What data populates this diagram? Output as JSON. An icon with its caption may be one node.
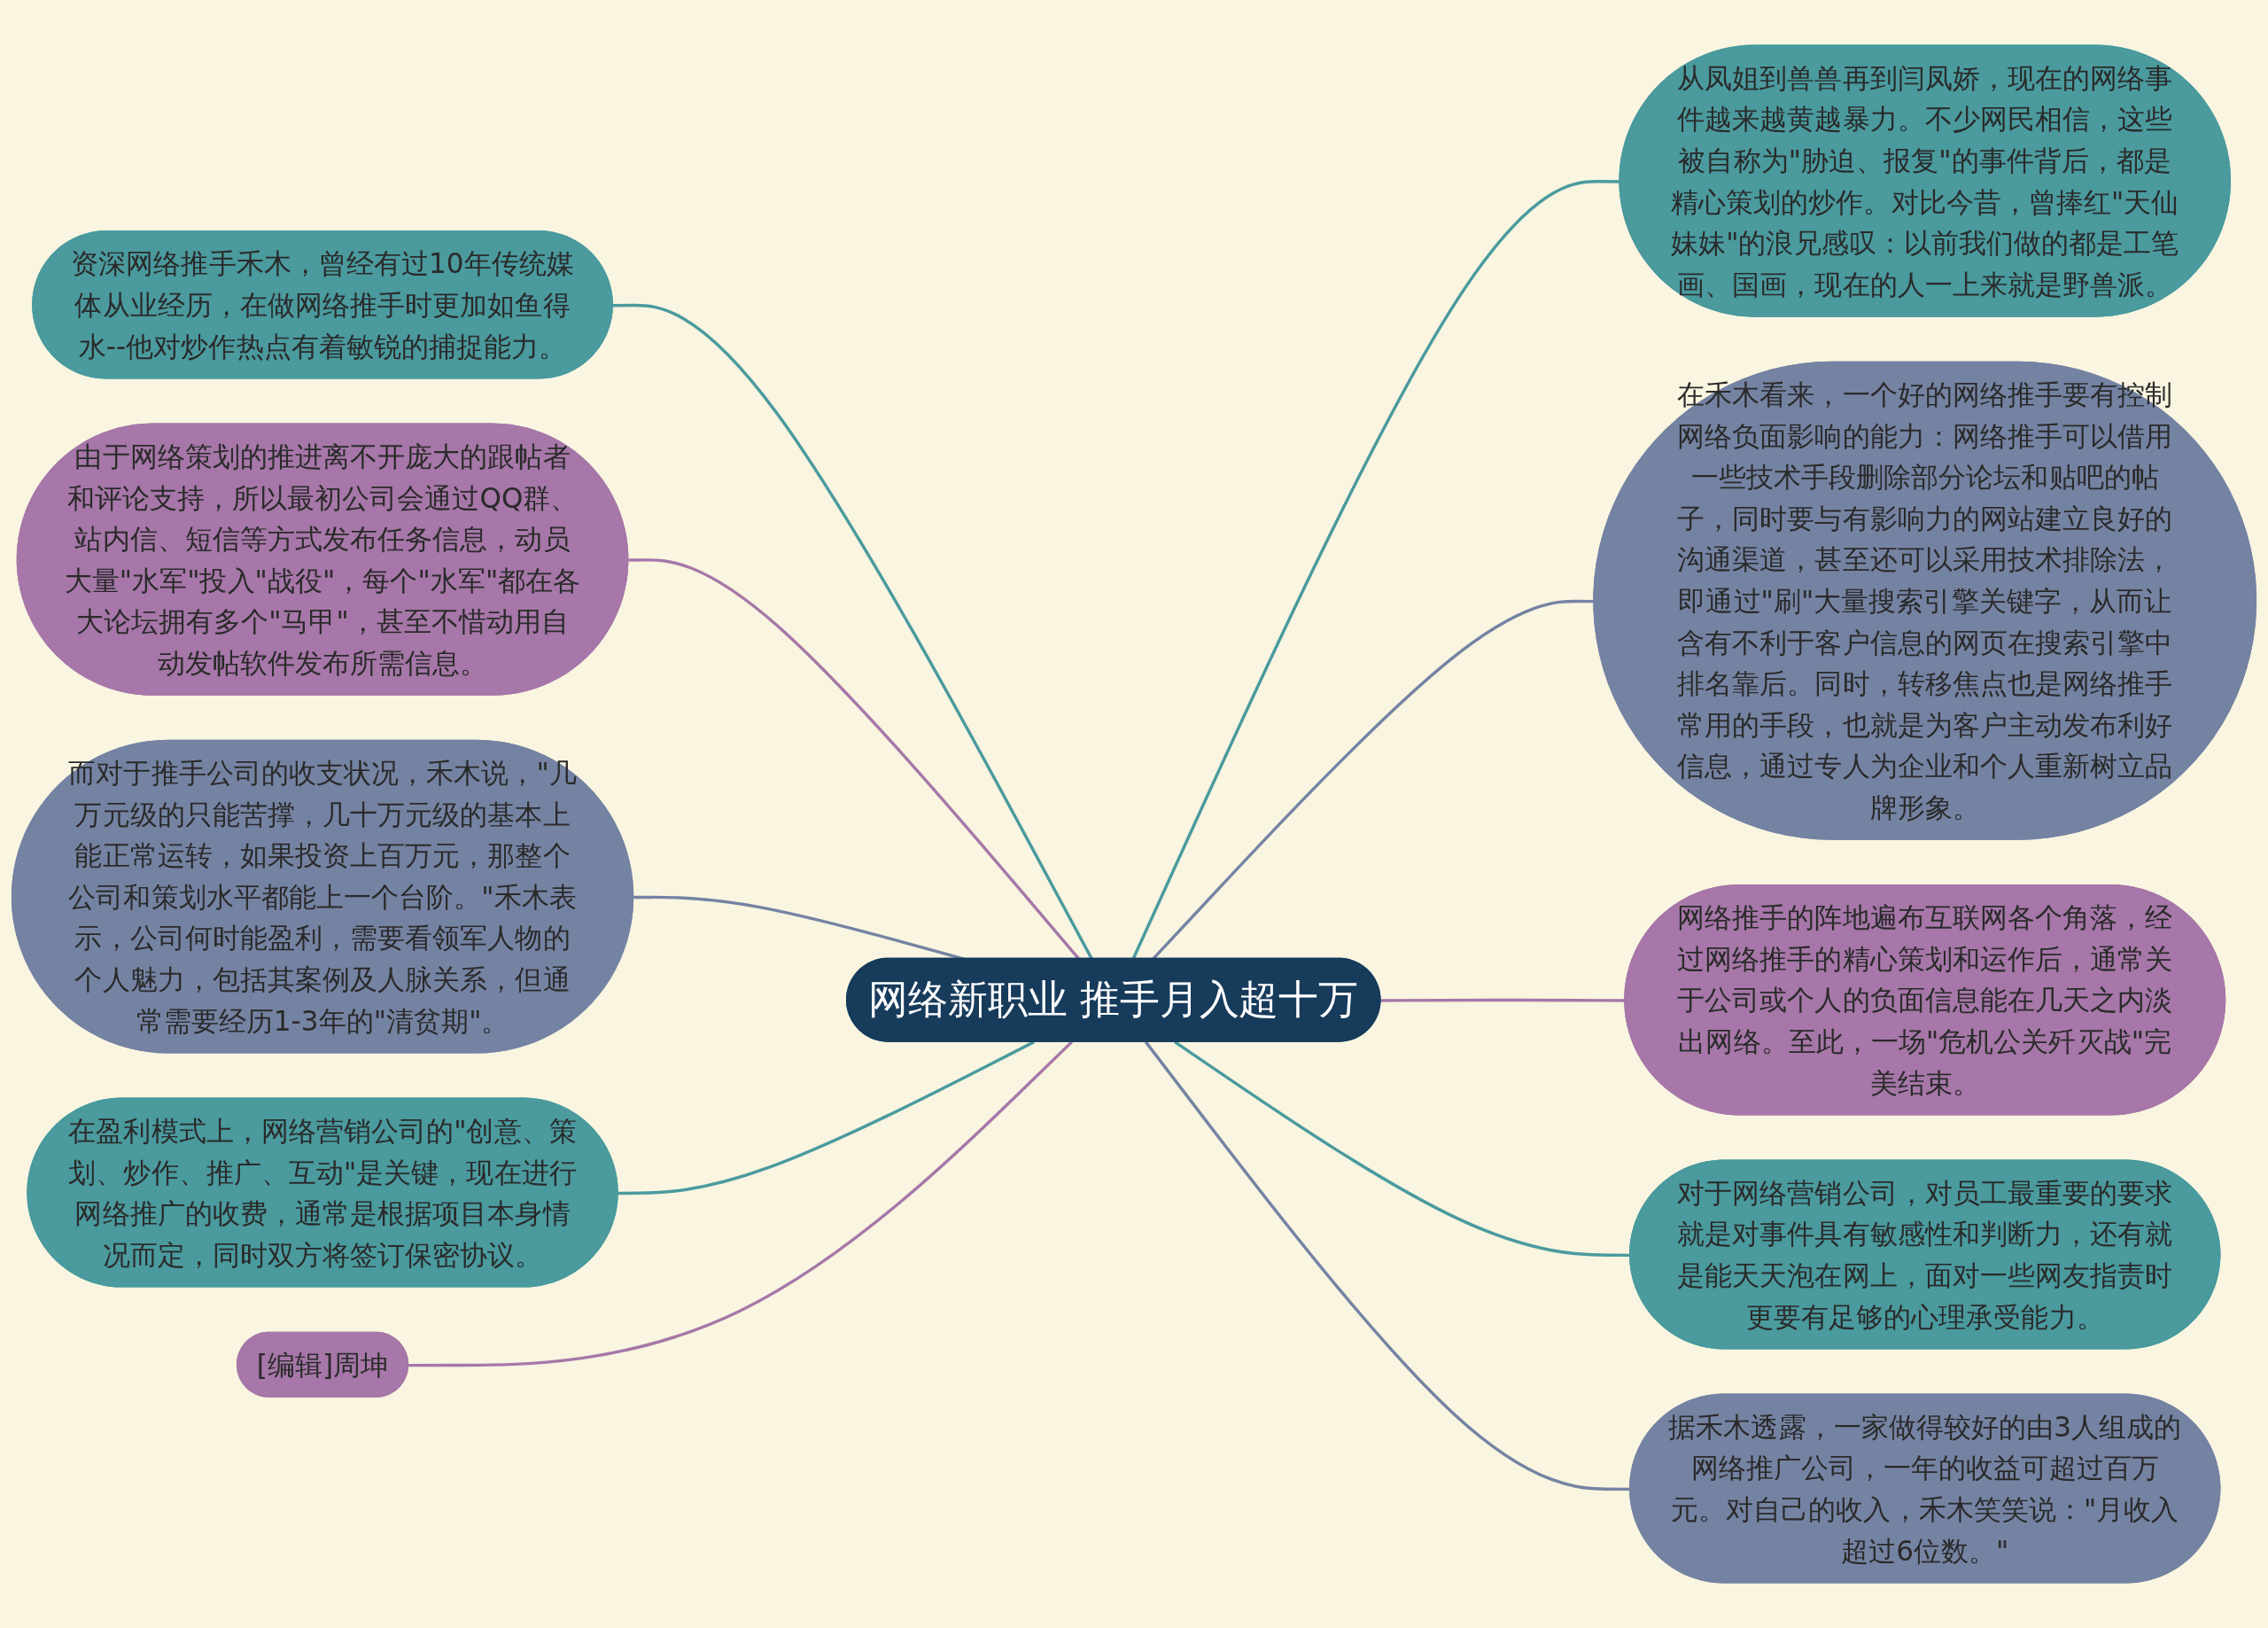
{
  "diagram": {
    "nodes": [
      {
        "text": [
          "网络新职业 推手月入超十万"
        ]
      },
      {
        "text": [
          "资深网络推手禾木，曾经有过10年传统媒体从业经历，在做网络推手时更加如鱼得水--他对炒作热点有着敏锐的捕捉能力。"
        ]
      },
      {
        "text": [
          "由于网络策划的推进离不开庞大的跟帖者和评论支持，所以最初公司会通过QQ群、站内信、短信等方式发布任务信息，动员大量\"水军\"投入\"战役\"，每个\"水军\"都在各大论坛拥有多个\"马甲\"，甚至不惜动用自动发帖软件发布所需信息。"
        ]
      },
      {
        "text": [
          "而对于推手公司的收支状况，禾木说，\"几万元级的只能苦撑，几十万元级的基本上能正常运转，如果投资上百万元，那整个公司和策划水平都能上一个台阶。\"禾木表示，公司何时能盈利，需要看领军人物的个人魅力，包括其案例及人脉关系，但通常需要经历1-3年的\"清贫期\"。"
        ]
      },
      {
        "text": [
          "在盈利模式上，网络营销公司的\"创意、策划、炒作、推广、互动\"是关键，现在进行网络推广的收费，通常是根据项目本身情况而定，同时双方将签订保密协议。"
        ]
      },
      {
        "text": [
          "[编辑]周坤"
        ]
      },
      {
        "text": [
          "从凤姐到兽兽再到闫凤娇，现在的网络事件越来越黄越暴力。不少网民相信，这些被自称为\"胁迫、报复\"的事件背后，都是精心策划的炒作。对比今昔，曾捧红\"天仙妹妹\"的浪兄感叹：以前我们做的都是工笔画、国画，现在的人一上来就是野兽派。"
        ]
      },
      {
        "text": [
          "在禾木看来，一个好的网络推手要有控制网络负面影响的能力：网络推手可以借用一些技术手段删除部分论坛和贴吧的帖子，同时要与有影响力的网站建立良好的沟通渠道，甚至还可以采用技术排除法，即通过\"刷\"大量搜索引擎关键字，从而让含有不利于客户信息的网页在搜索引擎中排名靠后。同时，转移焦点也是网络推手常用的手段，也就是为客户主动发布利好信息，通过专人为企业和个人重新树立品牌形象。"
        ]
      },
      {
        "text": [
          "网络推手的阵地遍布互联网各个角落，经过网络推手的精心策划和运作后，通常关于公司或个人的负面信息能在几天之内淡出网络。至此，一场\"危机公关歼灭战\"完美结束。"
        ]
      },
      {
        "text": [
          "对于网络营销公司，对员工最重要的要求就是对事件具有敏感性和判断力，还有就是能天天泡在网上，面对一些网友指责时更要有足够的心理承受能力。"
        ]
      },
      {
        "text": [
          "据禾木透露，一家做得较好的由3人组成的网络推广公司，一年的收益可超过百万元。对自己的收入，禾木笑笑说：\"月收入超过6位数。\""
        ]
      }
    ],
    "edges": [
      {
        "from": 0,
        "to": 1,
        "arrow": "none"
      },
      {
        "from": 0,
        "to": 2,
        "arrow": "none",
        "color": "#a677a8"
      },
      {
        "from": 0,
        "to": 3,
        "arrow": "none",
        "color": "#7583a3"
      },
      {
        "from": 0,
        "to": 4,
        "arrow": "none"
      },
      {
        "from": 0,
        "to": 5,
        "arrow": "none",
        "color": "#a677a8"
      },
      {
        "from": 0,
        "to": 6,
        "arrow": "none"
      },
      {
        "from": 0,
        "to": 7,
        "arrow": "none",
        "color": "#7583a3"
      },
      {
        "from": 0,
        "to": 8,
        "arrow": "none",
        "color": "#a677a8"
      },
      {
        "from": 0,
        "to": 9,
        "arrow": "none"
      },
      {
        "from": 0,
        "to": 10,
        "arrow": "none",
        "color": "#7583a3"
      }
    ]
  }
}
